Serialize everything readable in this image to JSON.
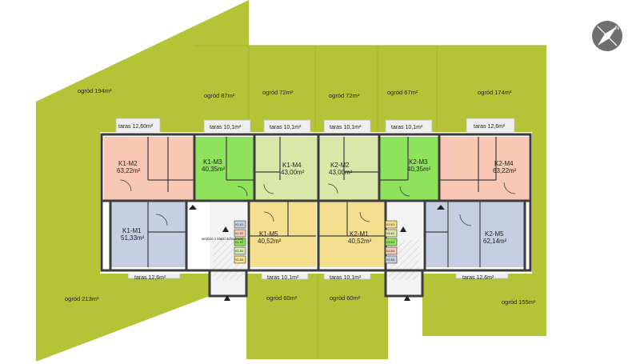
{
  "colors": {
    "garden": "#b5c436",
    "garden_line": "#a7b72f",
    "terrace": "#efefef",
    "wall": "#3d3d3d",
    "orange": "#f8c8b4",
    "green": "#8ee25c",
    "lightgreen": "#d9e8a8",
    "yellow": "#f4df8e",
    "blue": "#c5cfe2",
    "white": "#ffffff"
  },
  "gardens": [
    {
      "id": "g194",
      "text": "ogród 194m²"
    },
    {
      "id": "g87",
      "text": "ogród 87m²"
    },
    {
      "id": "g72a",
      "text": "ogród 72m²"
    },
    {
      "id": "g72b",
      "text": "ogród 72m²"
    },
    {
      "id": "g67",
      "text": "ogród 67m²"
    },
    {
      "id": "g174",
      "text": "ogród 174m²"
    },
    {
      "id": "g213",
      "text": "ogród 213m²"
    },
    {
      "id": "g60a",
      "text": "ogród 60m²"
    },
    {
      "id": "g60b",
      "text": "ogród 60m²"
    },
    {
      "id": "g155",
      "text": "ogród 155m²"
    }
  ],
  "terraces": [
    {
      "id": "t1",
      "text": "taras 12,60m²"
    },
    {
      "id": "t2",
      "text": "taras 10,1m²"
    },
    {
      "id": "t3",
      "text": "taras 10,1m²"
    },
    {
      "id": "t4",
      "text": "taras 10,1m²"
    },
    {
      "id": "t5",
      "text": "taras 10,1m²"
    },
    {
      "id": "t6",
      "text": "taras 12,6m²"
    },
    {
      "id": "t7",
      "text": "taras 12,6m²"
    },
    {
      "id": "t8",
      "text": "taras 10,1m²"
    },
    {
      "id": "t9",
      "text": "taras 10,1m²"
    },
    {
      "id": "t10",
      "text": "taras 12,6m²"
    }
  ],
  "units": [
    {
      "id": "K1-M2",
      "name": "K1-M2",
      "area": "63,22m²",
      "color": "orange"
    },
    {
      "id": "K1-M3",
      "name": "K1-M3",
      "area": "40,35m²",
      "color": "green"
    },
    {
      "id": "K1-M4",
      "name": "K1-M4",
      "area": "43,00m²",
      "color": "lightgreen"
    },
    {
      "id": "K2-M2",
      "name": "K2-M2",
      "area": "43,00m²",
      "color": "lightgreen"
    },
    {
      "id": "K2-M3",
      "name": "K2-M3",
      "area": "40,35m²",
      "color": "green"
    },
    {
      "id": "K2-M4",
      "name": "K2-M4",
      "area": "63,22m²",
      "color": "orange"
    },
    {
      "id": "K1-M1",
      "name": "K1-M1",
      "area": "51,33m²",
      "color": "blue"
    },
    {
      "id": "K1-M5",
      "name": "K1-M5",
      "area": "40,52m²",
      "color": "yellow"
    },
    {
      "id": "K2-M1",
      "name": "K2-M1",
      "area": "40,52m²",
      "color": "yellow"
    },
    {
      "id": "K2-M5",
      "name": "K2-M5",
      "area": "62,14m²",
      "color": "blue"
    }
  ],
  "storage": {
    "k1": [
      {
        "text": "K1-K1",
        "color": "blue"
      },
      {
        "text": "K1-K2",
        "color": "orange"
      },
      {
        "text": "K1-K3",
        "color": "green"
      },
      {
        "text": "K1-K4",
        "color": "lightgreen"
      },
      {
        "text": "K1-K5",
        "color": "yellow"
      }
    ],
    "k2": [
      {
        "text": "K2-K1",
        "color": "yellow"
      },
      {
        "text": "K2-K2",
        "color": "lightgreen"
      },
      {
        "text": "K2-K3",
        "color": "green"
      },
      {
        "text": "K2-K4",
        "color": "orange"
      },
      {
        "text": "K2-K5",
        "color": "blue"
      }
    ]
  },
  "entrance_label": "wejście z klatki schodowej",
  "compass": {
    "letter": "N"
  }
}
